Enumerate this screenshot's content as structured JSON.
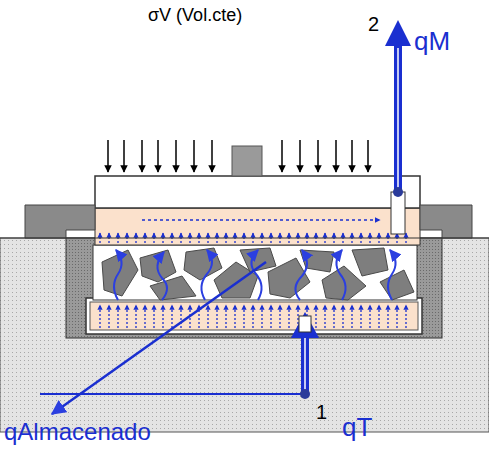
{
  "diagram": {
    "labels": [
      "σV (Vol.cte)",
      "2",
      "qM",
      "1",
      "qT",
      "qAlmacenado"
    ]
  }
}
